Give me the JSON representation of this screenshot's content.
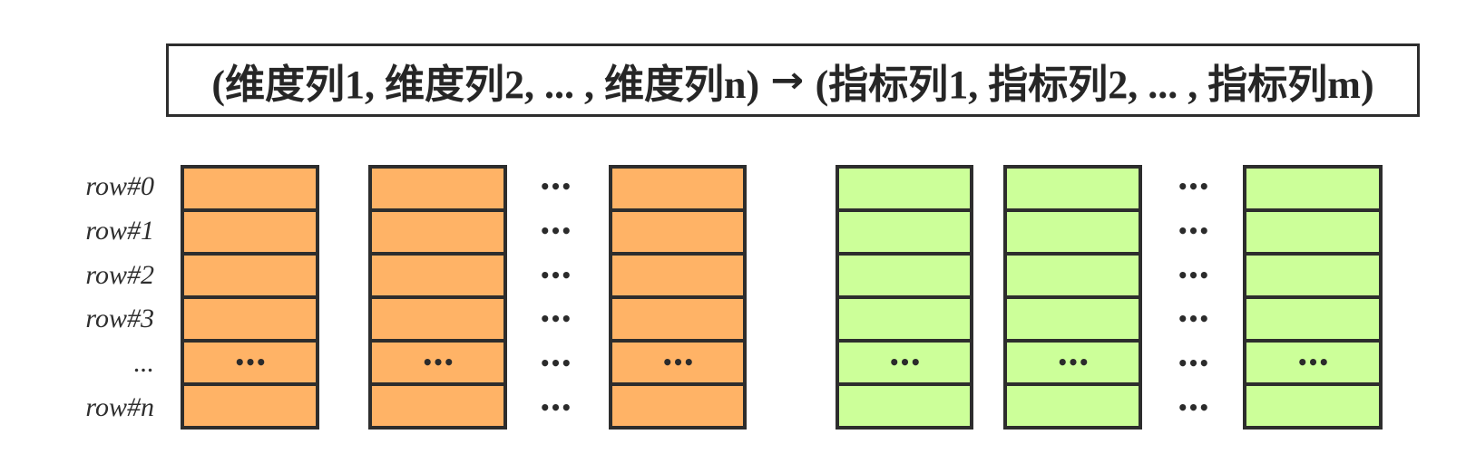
{
  "title_box": {
    "dimensions_tuple": "(维度列1, 维度列2, ... , 维度列n)",
    "arrow": "→",
    "metrics_tuple": "(指标列1, 指标列2, ... , 指标列m)"
  },
  "row_labels": [
    "row#0",
    "row#1",
    "row#2",
    "row#3",
    "...",
    "row#n"
  ],
  "ellipsis": {
    "in_cell": "•••",
    "column_gap": "•••"
  },
  "colors": {
    "dimension_fill": "#FFB366",
    "metric_fill": "#CCFF99",
    "border": "#2D2D2D",
    "text": "#262626"
  },
  "groups": {
    "dimension_visible_columns": 3,
    "metric_visible_columns": 3,
    "rows_per_column": 6
  }
}
